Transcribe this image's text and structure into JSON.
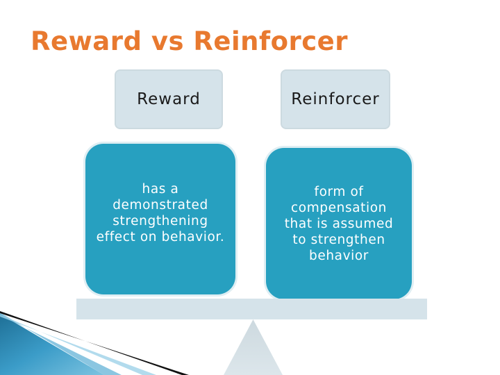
{
  "slide": {
    "title": "Reward vs Reinforcer",
    "title_color": "#e8792f",
    "left": {
      "heading": "Reward",
      "description": "has a demonstrated strengthening effect on behavior."
    },
    "right": {
      "heading": "Reinforcer",
      "description": "form of compensation that is assumed to strengthen behavior"
    },
    "colors": {
      "header_fill": "#d5e3ea",
      "body_fill": "#27a0c0",
      "beam_fill": "#d5e3ea"
    }
  }
}
